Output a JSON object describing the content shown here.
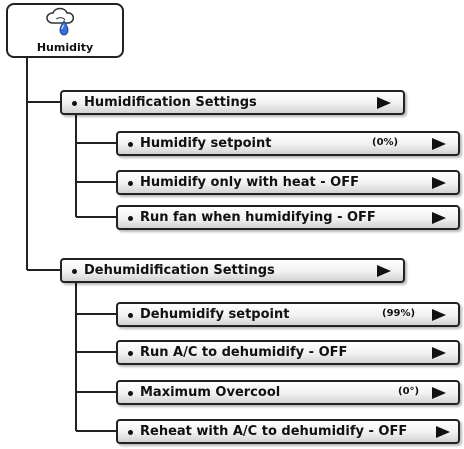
{
  "root": {
    "label": "Humidity",
    "icon": "humidity-icon"
  },
  "sections": [
    {
      "label": "Humidification Settings",
      "items": [
        {
          "label": "Humidify setpoint",
          "value": "(0%)"
        },
        {
          "label": "Humidify only with heat - OFF"
        },
        {
          "label": "Run fan when humidifying - OFF"
        }
      ]
    },
    {
      "label": "Dehumidification Settings",
      "items": [
        {
          "label": "Dehumidify setpoint",
          "value": "(99%)"
        },
        {
          "label": "Run A/C to dehumidify - OFF"
        },
        {
          "label": "Maximum Overcool",
          "value": "(0°)"
        },
        {
          "label": "Reheat with A/C to dehumidify - OFF"
        }
      ]
    }
  ],
  "colors": {
    "border": "#222222",
    "icon_blue": "#3a6fd8"
  }
}
